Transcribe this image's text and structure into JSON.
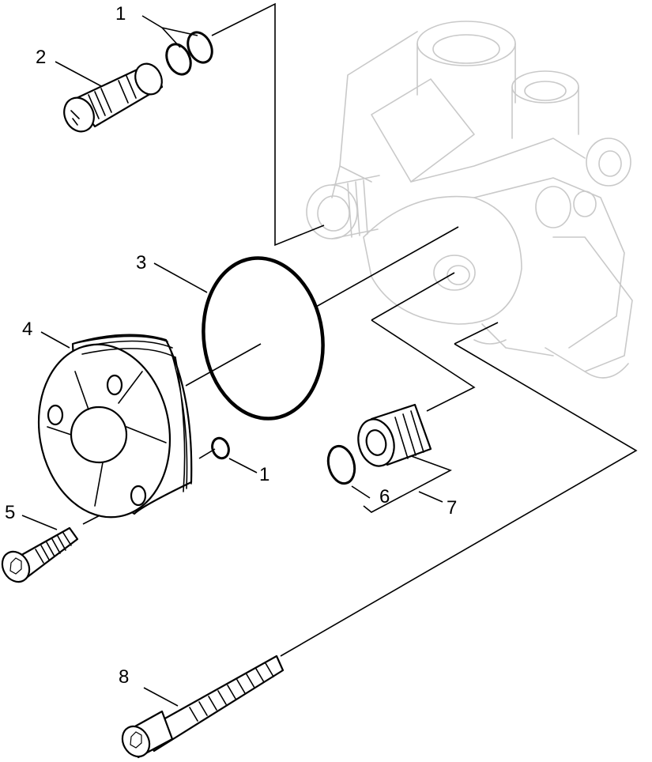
{
  "callouts": {
    "c1_top": "1",
    "c2": "2",
    "c3": "3",
    "c4": "4",
    "c1_side": "1",
    "c5": "5",
    "c6": "6",
    "c7": "7",
    "c8": "8"
  },
  "colors": {
    "line": "#000000",
    "ghost_housing": "#c9c9c9",
    "background": "#ffffff"
  }
}
